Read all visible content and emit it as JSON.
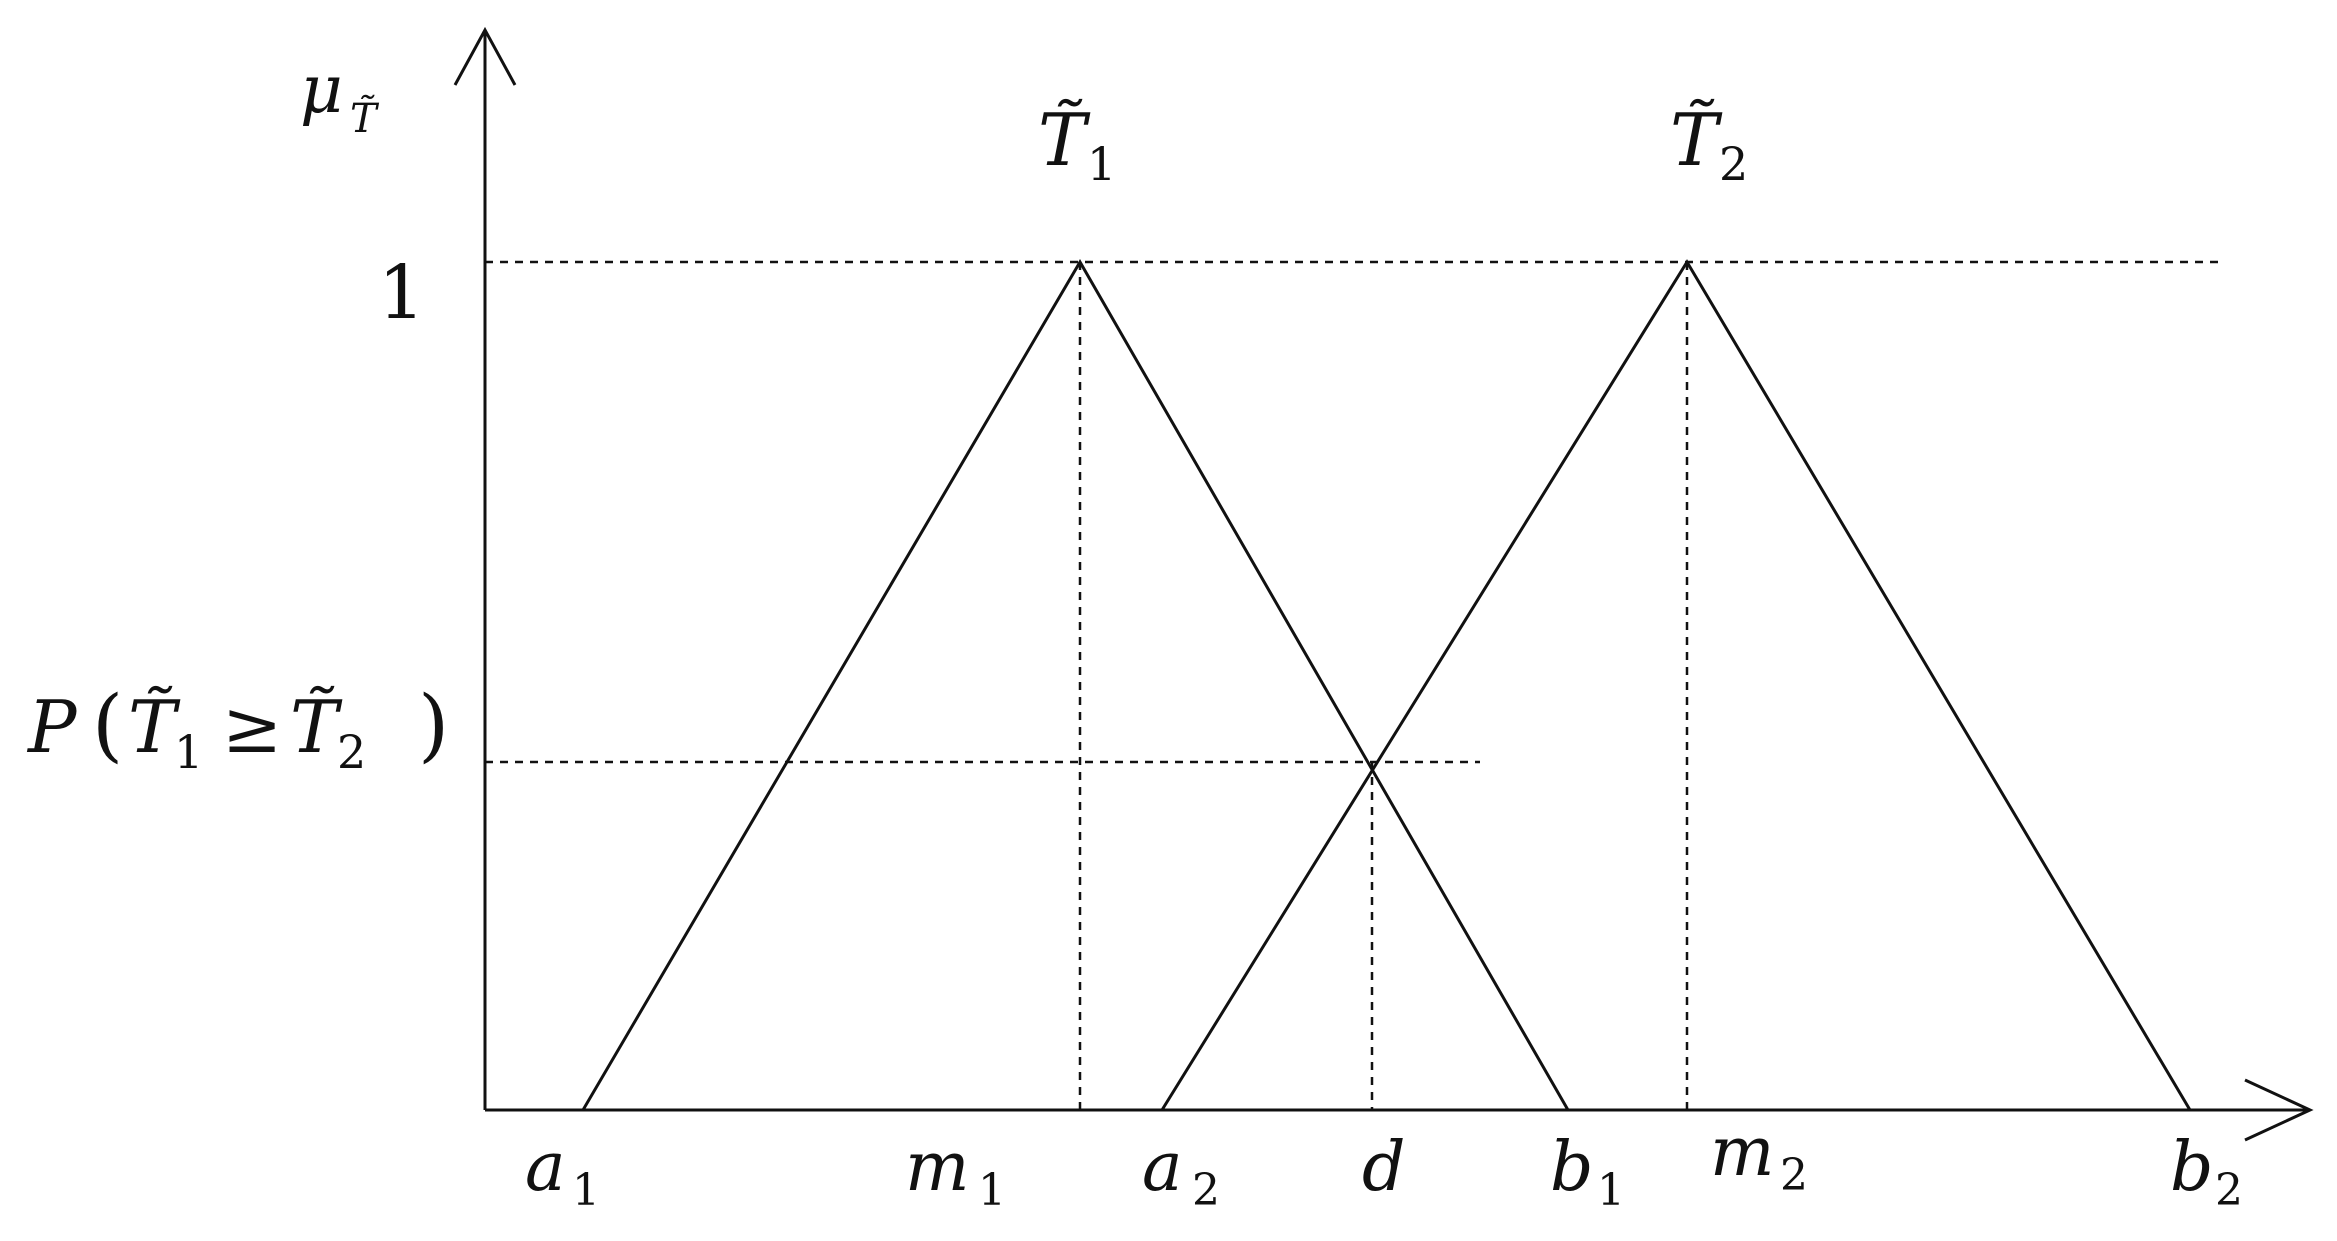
{
  "axes": {
    "y_label_main": "μ",
    "y_label_sub": "T̃",
    "y_tick_one": "1"
  },
  "curves": {
    "t1_label": "T̃",
    "t1_sub": "1",
    "t2_label": "T̃",
    "t2_sub": "2"
  },
  "intersection": {
    "p_prefix": "P",
    "p_open": "(",
    "p_t1": "T̃",
    "p_t1_sub": "1",
    "p_geq": "≥",
    "p_t2": "T̃",
    "p_t2_sub": "2",
    "p_close": ")"
  },
  "x_ticks": [
    {
      "main": "a",
      "sub": "1"
    },
    {
      "main": "m",
      "sub": "1"
    },
    {
      "main": "a",
      "sub": "2"
    },
    {
      "main": "d",
      "sub": ""
    },
    {
      "main": "b",
      "sub": "1"
    },
    {
      "main": "m",
      "sub": "2"
    },
    {
      "main": "b",
      "sub": "2"
    }
  ],
  "colors": {
    "ink": "#111111",
    "background": "#ffffff"
  }
}
